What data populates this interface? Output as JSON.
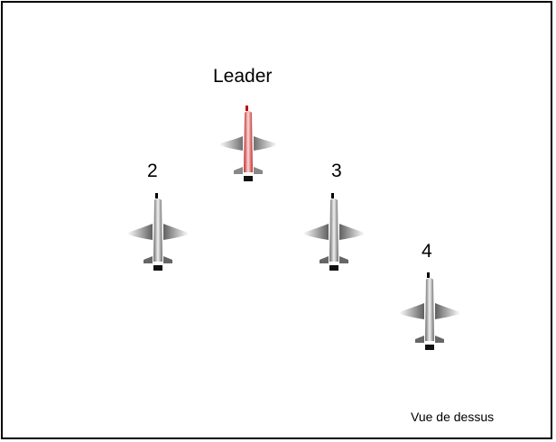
{
  "title_text": "",
  "aircraft": [
    {
      "label": "Leader",
      "color": "#e05a5a",
      "role": "leader"
    },
    {
      "label": "2",
      "color": "#b0b0b0",
      "role": "wingman"
    },
    {
      "label": "3",
      "color": "#b0b0b0",
      "role": "wingman"
    },
    {
      "label": "4",
      "color": "#b0b0b0",
      "role": "wingman"
    }
  ],
  "caption": "Vue de dessus",
  "icons": {
    "aircraft": "jet-aircraft-icon"
  }
}
